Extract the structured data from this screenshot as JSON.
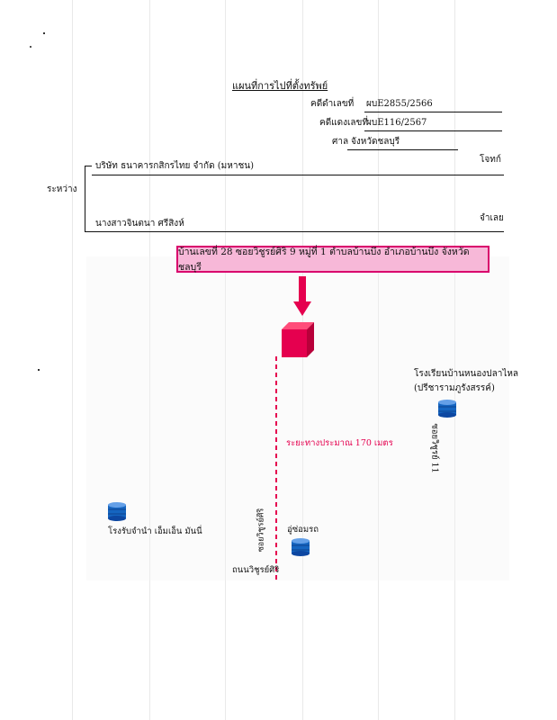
{
  "header": {
    "title": "แผนที่การไปที่ตั้งทรัพย์",
    "black_case_label": "คดีดำเลขที่",
    "black_case_no": "ผบE2855/2566",
    "red_case_label": "คดีแดงเลขที่",
    "red_case_no": "ผบE116/2567",
    "court_label": "ศาล",
    "court_name": "จังหวัดชลบุรี"
  },
  "parties": {
    "between_label": "ระหว่าง",
    "plaintiff_name": "บริษัท ธนาคารกสิกรไทย จำกัด (มหาชน)",
    "plaintiff_role": "โจทก์",
    "defendant_name": "นางสาวจินตนา ศรีสิงห์",
    "defendant_role": "จำเลย"
  },
  "map": {
    "address": "บ้านเลขที่ 28 ซอยวิชูรย์ศิริ 9 หมู่ที่ 1 ตำบลบ้านบึง อำเภอบ้านบึง จังหวัดชลบุรี",
    "distance_label": "ระยะทางประมาณ 170 เมตร",
    "school_name": "โรงเรียนบ้านหนองปลาไหล",
    "school_sub": "(ปรีชารามภูรังสรรค์)",
    "soi_vertical_label": "ซอยวิชูรย์ 11",
    "mill_label": "โรงรับจำนำ เอ็มเอ็น มันนี่",
    "soi_main_label": "ซอยวิชูรย์ศิริ",
    "garage_label": "อู่ซ่อมรถ",
    "road_label": "ถนนวิชูรย์ศิริ"
  },
  "colors": {
    "accent_magenta": "#e5004f",
    "box_fill": "#f7b8d8",
    "landmark_blue": "#1565c0"
  }
}
